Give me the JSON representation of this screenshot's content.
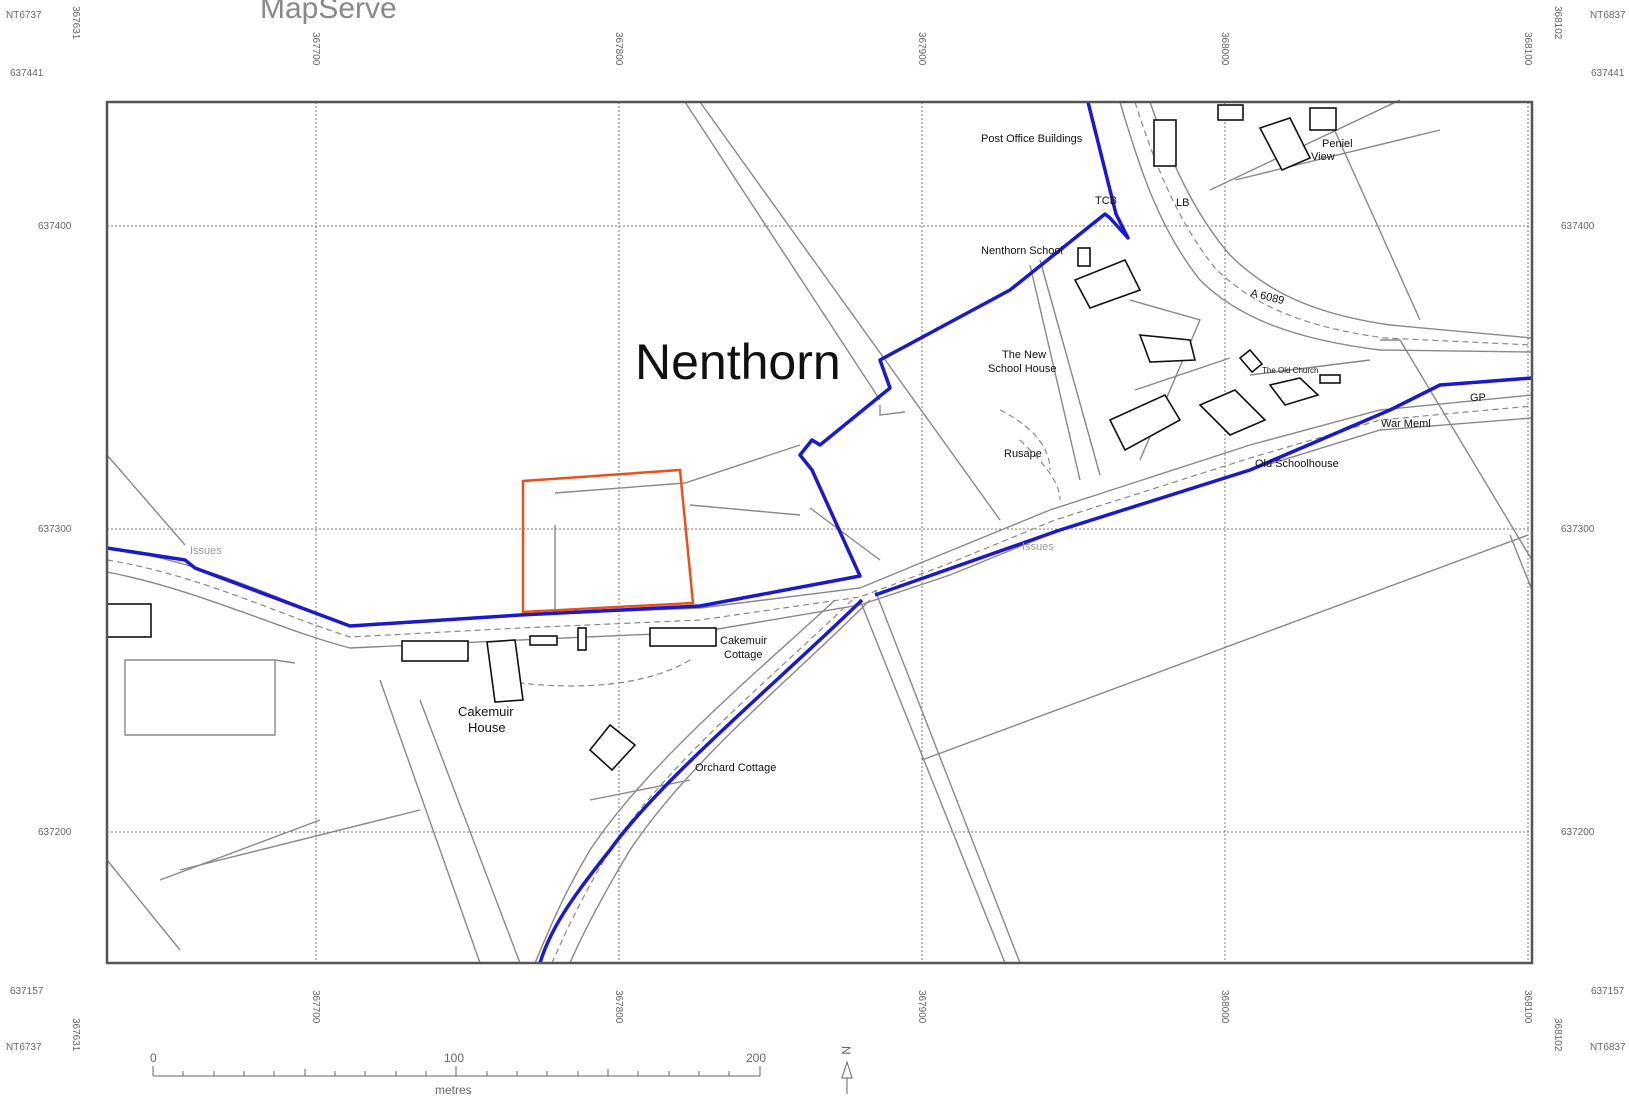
{
  "brand": "MapServe",
  "sheet_refs": {
    "top_left": "NT6737",
    "top_right": "NT6837",
    "bottom_left": "NT6737",
    "bottom_right": "NT6837"
  },
  "eastings": {
    "left_edge": "367631",
    "right_edge": "368102",
    "ticks": [
      "367700",
      "367800",
      "367900",
      "368000",
      "368100"
    ]
  },
  "northings": {
    "top_edge": "637441",
    "bottom_edge": "637157",
    "ticks": [
      "637400",
      "637300",
      "637200"
    ]
  },
  "place_name": "Nenthorn",
  "labels": {
    "post_office": "Post Office Buildings",
    "tcb": "TCB",
    "lb": "LB",
    "peniel_1": "Peniel",
    "peniel_2": "View",
    "school": "Nenthorn School",
    "road": "A 6089",
    "new_school_1": "The New",
    "new_school_2": "School House",
    "old_church": "The Old Church",
    "gp": "GP",
    "war_meml": "War Meml",
    "rusape": "Rusape",
    "old_schoolhouse": "Old Schoolhouse",
    "issues_left": "Issues",
    "issues_mid": "Issues",
    "cakemuir_cottage_1": "Cakemuir",
    "cakemuir_cottage_2": "Cottage",
    "cakemuir_house_1": "Cakemuir",
    "cakemuir_house_2": "House",
    "orchard_cottage": "Orchard Cottage"
  },
  "scale_bar": {
    "labels": [
      "0",
      "100",
      "200"
    ],
    "unit": "metres"
  },
  "north_arrow": "N",
  "colors": {
    "boundary_blue": "#1a1acc",
    "site_orange": "#e8501c",
    "grid": "#777777"
  }
}
